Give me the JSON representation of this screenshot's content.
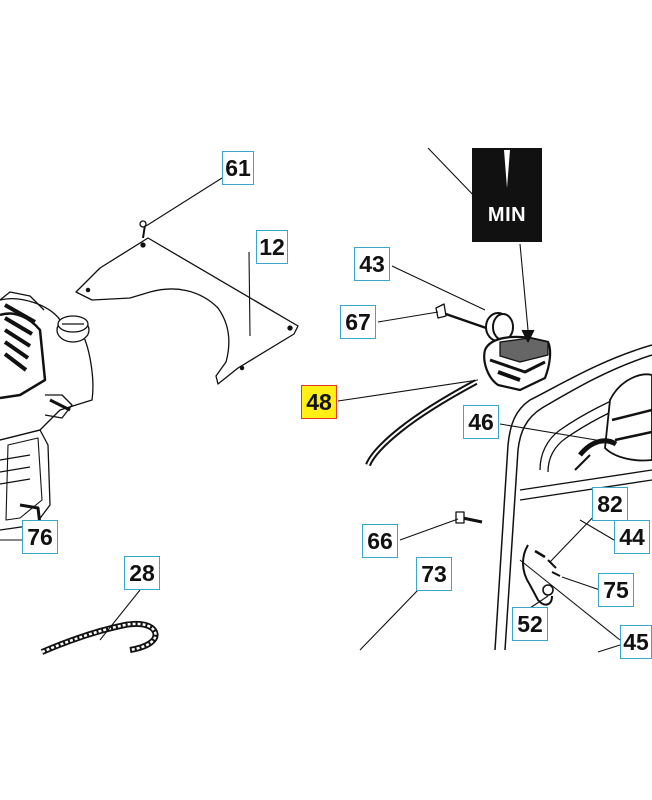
{
  "diagram": {
    "callouts": [
      {
        "key": "p61",
        "label": "61"
      },
      {
        "key": "p12",
        "label": "12"
      },
      {
        "key": "p43",
        "label": "43"
      },
      {
        "key": "p67",
        "label": "67"
      },
      {
        "key": "p48",
        "label": "48",
        "highlighted": true
      },
      {
        "key": "p46",
        "label": "46"
      },
      {
        "key": "p76",
        "label": "76"
      },
      {
        "key": "p82",
        "label": "82"
      },
      {
        "key": "p44",
        "label": "44"
      },
      {
        "key": "p66",
        "label": "66"
      },
      {
        "key": "p73",
        "label": "73"
      },
      {
        "key": "p28",
        "label": "28"
      },
      {
        "key": "p75",
        "label": "75"
      },
      {
        "key": "p52",
        "label": "52"
      },
      {
        "key": "p45",
        "label": "45"
      }
    ],
    "min_label": "MIN",
    "colors": {
      "callout_border": "#3aa6cc",
      "highlight_fill": "#ffef14",
      "highlight_border": "#e8391f",
      "line": "#111111"
    }
  }
}
